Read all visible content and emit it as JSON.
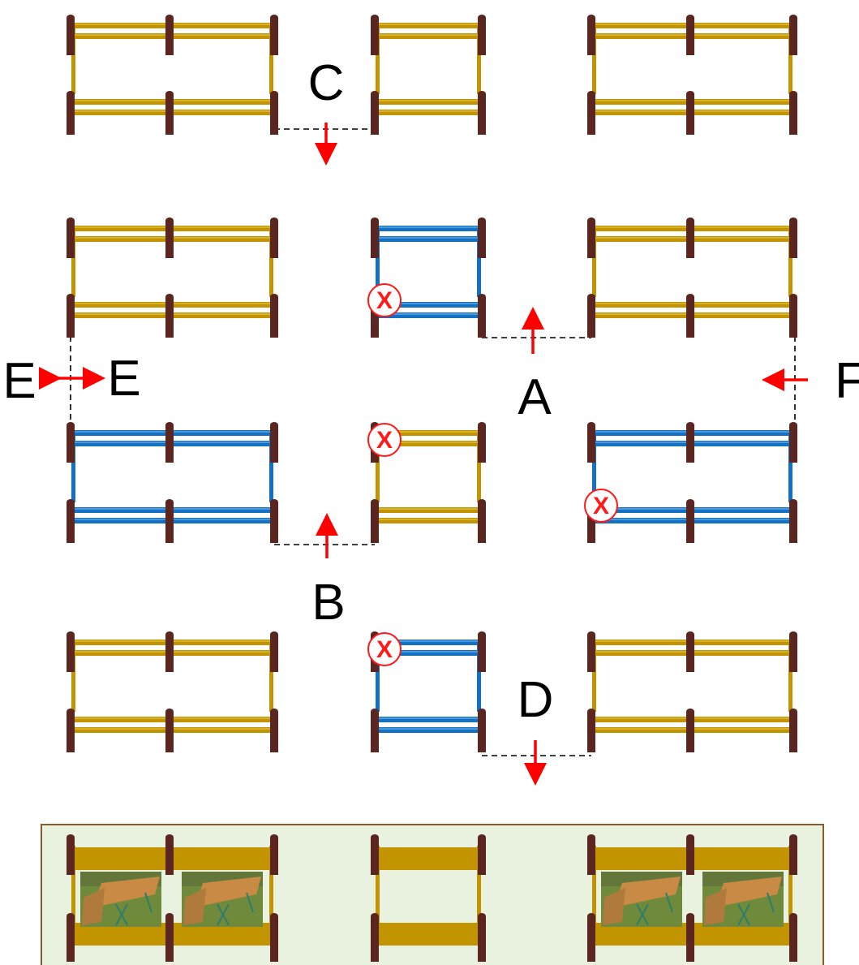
{
  "colors": {
    "post": "#5c2620",
    "rail_gold": "#c29400",
    "rail_gold_light": "#e8c84a",
    "rail_blue": "#1271c4",
    "rail_blue_light": "#7ab8ea",
    "arrow": "#ff0000",
    "panel_bg": "#e9f1df",
    "panel_border": "#8a5a2b",
    "table_wood": "#c98a45",
    "grass": "#6f8a3a"
  },
  "labels": {
    "A": "A",
    "B": "B",
    "C": "C",
    "D": "D",
    "E_left": "E",
    "E_right": "E",
    "F": "F"
  },
  "marker_text": "X",
  "fence_sets": [
    {
      "row": 1,
      "col": "left",
      "color": "gold"
    },
    {
      "row": 1,
      "col": "middle",
      "color": "gold"
    },
    {
      "row": 1,
      "col": "right",
      "color": "gold"
    },
    {
      "row": 2,
      "col": "left",
      "color": "gold"
    },
    {
      "row": 2,
      "col": "middle",
      "color": "blue",
      "marker": "bottom-left"
    },
    {
      "row": 2,
      "col": "right",
      "color": "gold"
    },
    {
      "row": 3,
      "col": "left",
      "color": "blue"
    },
    {
      "row": 3,
      "col": "middle",
      "color": "gold",
      "marker": "top-left"
    },
    {
      "row": 3,
      "col": "right",
      "color": "blue",
      "marker": "bottom-left"
    },
    {
      "row": 4,
      "col": "left",
      "color": "gold"
    },
    {
      "row": 4,
      "col": "middle",
      "color": "blue",
      "marker": "top-left"
    },
    {
      "row": 4,
      "col": "right",
      "color": "gold"
    }
  ],
  "moves": [
    {
      "label": "A",
      "direction": "up"
    },
    {
      "label": "B",
      "direction": "up"
    },
    {
      "label": "C",
      "direction": "down"
    },
    {
      "label": "D",
      "direction": "down"
    },
    {
      "label": "E",
      "direction": "left-right"
    },
    {
      "label": "F",
      "direction": "left"
    }
  ],
  "bottom_panel": {
    "pens": [
      {
        "col": "left",
        "tables": 2
      },
      {
        "col": "middle",
        "tables": 0
      },
      {
        "col": "right",
        "tables": 2
      }
    ]
  }
}
